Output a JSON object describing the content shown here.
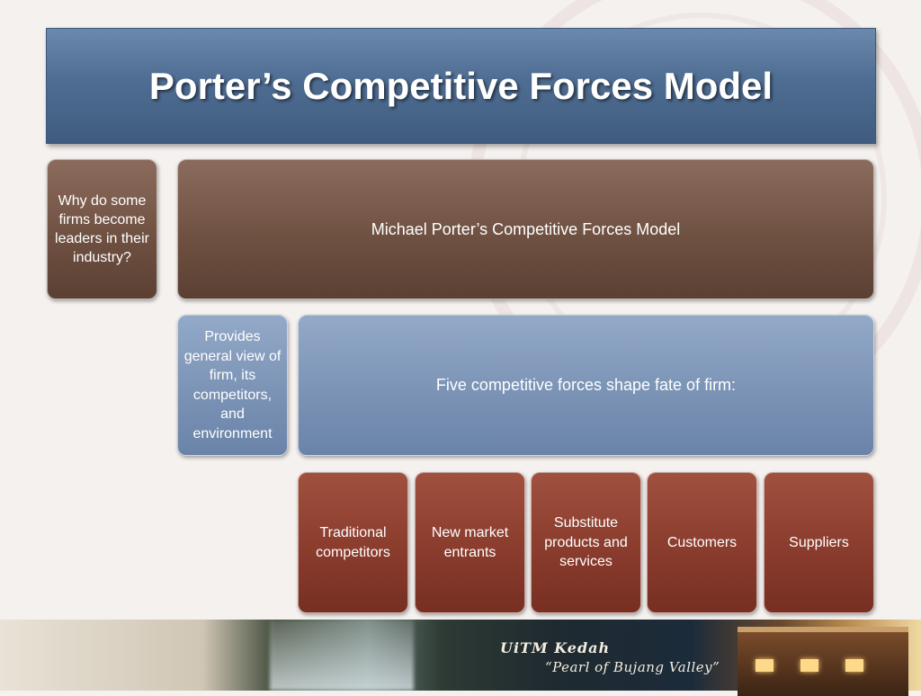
{
  "title": "Porter’s Competitive Forces Model",
  "question": "Why do some firms become leaders in their industry?",
  "model": "Michael Porter’s Competitive Forces Model",
  "provides": "Provides general view of firm, its competitors, and environment",
  "five_forces_heading": "Five competitive forces shape fate of firm:",
  "forces": [
    "Traditional competitors",
    "New market entrants",
    "Substitute products and services",
    "Customers",
    "Suppliers"
  ],
  "banner": {
    "line1": "UiTM Kedah",
    "line2": "“Pearl of Bujang Valley”"
  },
  "colors": {
    "title_bar": "#4f6d92",
    "brown_box": "#6f5142",
    "blue_box": "#7b93b5",
    "force_box": "#8a3c2d"
  }
}
